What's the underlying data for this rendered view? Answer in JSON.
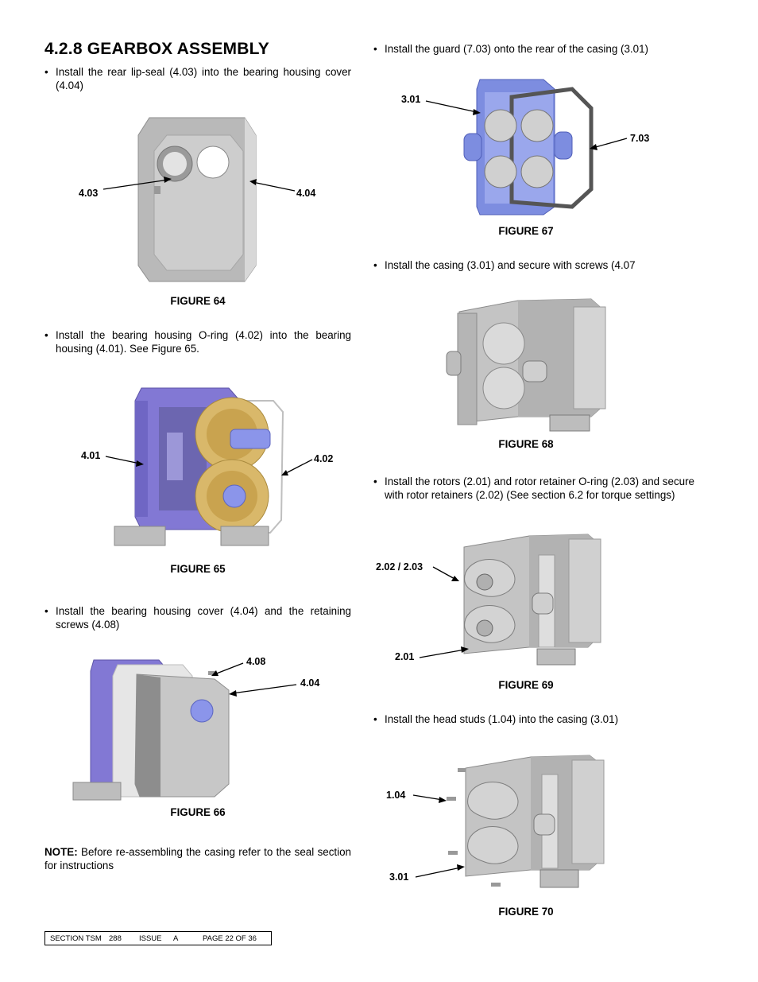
{
  "heading": "4.2.8 GEARBOX ASSEMBLY",
  "steps": {
    "s64": "Install the rear lip-seal (4.03) into the bearing housing cover (4.04)",
    "s65": "Install the bearing housing O-ring (4.02) into the bearing housing (4.01). See Figure 65.",
    "s66": "Install the bearing housing cover (4.04) and the retaining screws (4.08)",
    "s67": "Install the guard (7.03) onto the rear of the casing (3.01)",
    "s68": "Install the casing (3.01) and secure with screws (4.07",
    "s69": "Install the rotors (2.01) and rotor retainer O-ring (2.03) and secure with rotor retainers (2.02) (See section 6.2 for torque settings)",
    "s70": "Install the head studs (1.04) into the casing (3.01)"
  },
  "figures": {
    "f64": {
      "caption": "FIGURE 64",
      "labels": [
        "4.03",
        "4.04"
      ]
    },
    "f65": {
      "caption": "FIGURE 65",
      "labels": [
        "4.01",
        "4.02"
      ]
    },
    "f66": {
      "caption": "FIGURE 66",
      "labels": [
        "4.08",
        "4.04"
      ]
    },
    "f67": {
      "caption": "FIGURE 67",
      "labels": [
        "3.01",
        "7.03"
      ]
    },
    "f68": {
      "caption": "FIGURE 68"
    },
    "f69": {
      "caption": "FIGURE 69",
      "labels": [
        "2.02 / 2.03",
        "2.01"
      ]
    },
    "f70": {
      "caption": "FIGURE 70",
      "labels": [
        "1.04",
        "3.01"
      ]
    }
  },
  "note": {
    "label": "NOTE:",
    "text": " Before re-assembling the casing refer to the seal section for instructions"
  },
  "footer": {
    "section_label": "SECTION TSM",
    "section_value": "288",
    "issue_label": "ISSUE",
    "issue_value": "A",
    "page_text": "PAGE 22  OF  36"
  },
  "colors": {
    "grey_part": "#c4c4c4",
    "blue_part": "#7d8de0",
    "purple_part": "#8a7fd6",
    "gear_gold": "#d9b86a"
  }
}
